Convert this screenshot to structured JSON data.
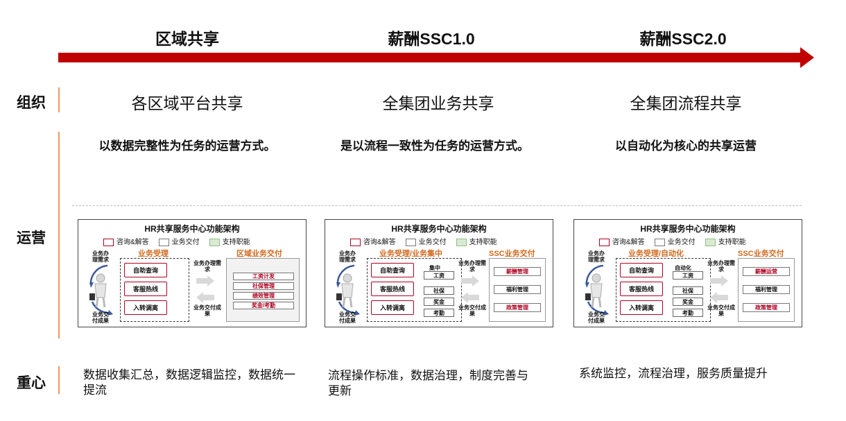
{
  "stages": [
    "区域共享",
    "薪酬SSC1.0",
    "薪酬SSC2.0"
  ],
  "labels": {
    "org": "组织",
    "ops": "运营",
    "focus": "重心"
  },
  "org": [
    "各区域平台共享",
    "全集团业务共享",
    "全集团流程共享"
  ],
  "ops": [
    "以数据完整性为任务的运营方式。",
    "是以流程一致性为任务的运营方式。",
    "以自动化为核心的共享运营"
  ],
  "focus": [
    "数据收集汇总，数据逻辑监控，数据统一提流",
    "流程操作标准，数据治理，制度完善与更新",
    "系统监控，流程治理，服务质量提升"
  ],
  "colors": {
    "arrow": "#c00000",
    "accent_line": "#e59a62",
    "section": "#d2691e",
    "highlight": "#b00020"
  },
  "cards": [
    {
      "title": "HR共享服务中心功能架构",
      "legend": [
        "咨询&解答",
        "业务交付",
        "支持职能"
      ],
      "left_section": "业务受理",
      "right_section": "区域业务交付",
      "need_label": "业务办理需求",
      "result_label": "业务交付成果",
      "arrow_need": "业务办理需求",
      "arrow_result": "业务交付成果",
      "buttons": [
        "自助查询",
        "客服热线",
        "入转调离"
      ],
      "mid": [],
      "right_items": [
        "工资计发",
        "社保管理",
        "绩效管理",
        "奖金/考勤"
      ]
    },
    {
      "title": "HR共享服务中心功能架构",
      "legend": [
        "咨询&解答",
        "业务交付",
        "支持职能"
      ],
      "left_section": "业务受理/业务集中",
      "right_section": "SSC业务交付",
      "need_label": "业务办理需求",
      "result_label": "业务交付成果",
      "arrow_need": "业务办理需求",
      "arrow_result": "业务交付成果",
      "buttons": [
        "自助查询",
        "客服热线",
        "入转调离"
      ],
      "mid": [
        "集中",
        "工资",
        "社保",
        "奖金",
        "考勤"
      ],
      "right_items": [
        "薪酬管理",
        "福利管理",
        "政策管理"
      ]
    },
    {
      "title": "HR共享服务中心功能架构",
      "legend": [
        "咨询&解答",
        "业务交付",
        "支持职能"
      ],
      "left_section": "业务受理/自动化",
      "right_section": "SSC业务交付",
      "need_label": "业务办理需求",
      "result_label": "业务交付成果",
      "arrow_need": "业务办理需求",
      "arrow_result": "业务交付成果",
      "buttons": [
        "自助查询",
        "客服热线",
        "入转调离"
      ],
      "mid": [
        "自动化",
        "工资",
        "社保",
        "奖金",
        "考勤"
      ],
      "right_items": [
        "薪酬运营",
        "福利管理",
        "政策管理"
      ]
    }
  ]
}
